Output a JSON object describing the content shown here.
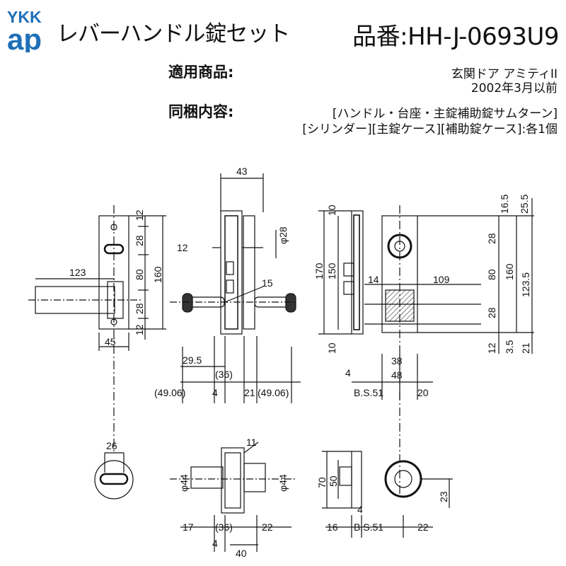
{
  "brand": {
    "logo_top": "YKK",
    "logo_bottom": "ap"
  },
  "header": {
    "title": "レバーハンドル錠セット",
    "part_number": "品番:HH-J-0693U9"
  },
  "info": {
    "applicable_label": "適用商品:",
    "applicable_line1": "玄関ドア アミティII",
    "applicable_line2": "2002年3月以前",
    "contents_label": "同梱内容:",
    "contents_line1": "[ハンドル・台座・主錠補助錠サムターン]",
    "contents_line2": "[シリンダー][主錠ケース][補助錠ケース]:各1個"
  },
  "dimensions": {
    "front_lever_length": "123",
    "front_plate_width": "45",
    "front_right_12a": "12",
    "front_right_28a": "28",
    "front_right_80": "80",
    "front_right_28b": "28",
    "front_right_12b": "12",
    "front_overall_160": "160",
    "side_top_43": "43",
    "side_dia_28": "φ28",
    "side_12": "12",
    "side_15": "15",
    "side_29_5": "29.5",
    "side_36": "(36)",
    "side_4": "4",
    "side_21": "21",
    "side_49_06_left": "(49.06)",
    "side_49_06_right": "(49.06)",
    "right_10_top": "10",
    "right_170": "170",
    "right_150": "150",
    "right_10_bottom": "10",
    "right_14": "14",
    "right_109": "109",
    "right_16_5": "16.5",
    "right_25_5": "25.5",
    "right_28a": "28",
    "right_80": "80",
    "right_160": "160",
    "right_123_5": "123.5",
    "right_28b": "28",
    "right_12": "12",
    "right_3_5": "3.5",
    "right_21": "21",
    "right_38": "38",
    "right_48": "48",
    "right_4": "4",
    "right_bs51": "B.S.51",
    "right_20": "20",
    "thumb_26": "26",
    "bottom_dia44_left": "φ44",
    "bottom_11": "11",
    "bottom_dia44_right": "φ44",
    "bottom_17": "17",
    "bottom_36": "(36)",
    "bottom_22": "22",
    "bottom_4": "4",
    "bottom_40": "40",
    "bottom_r_70": "70",
    "bottom_r_50": "50",
    "bottom_r_23": "23",
    "bottom_r_4": "4",
    "bottom_r_16": "16",
    "bottom_r_bs51": "B.S.51",
    "bottom_r_22": "22"
  },
  "colors": {
    "logo_blue": "#1e6fb8",
    "line": "#111111"
  }
}
